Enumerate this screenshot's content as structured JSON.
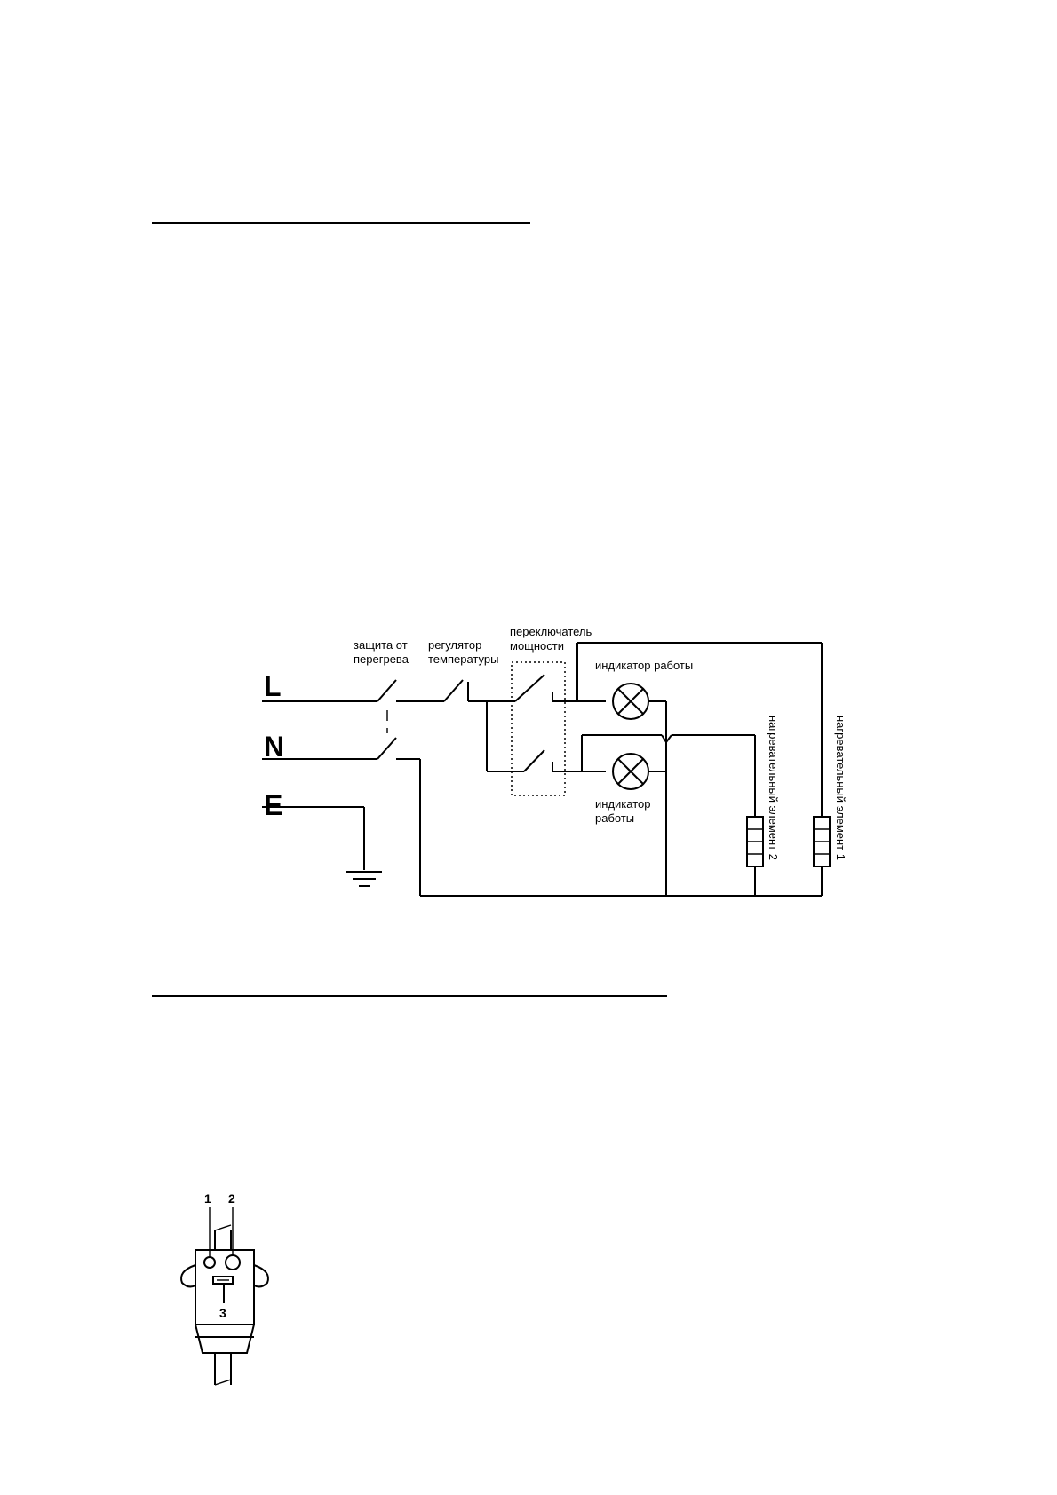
{
  "diagram": {
    "line_letters": {
      "l": "L",
      "n": "N",
      "e": "E"
    },
    "labels": {
      "overheat_protection": [
        "защита от",
        "перегрева"
      ],
      "temperature_regulator": [
        "регулятор",
        "температуры"
      ],
      "power_switch": [
        "переключатель",
        "мощности"
      ],
      "indicator_top": "индикатор работы",
      "indicator_bottom": [
        "индикатор",
        "работы"
      ],
      "heating_element_2": "нагревательный элемент 2",
      "heating_element_1": "нагревательный элемент 1"
    }
  },
  "plug": {
    "labels": {
      "n1": "1",
      "n2": "2",
      "n3": "3"
    }
  }
}
